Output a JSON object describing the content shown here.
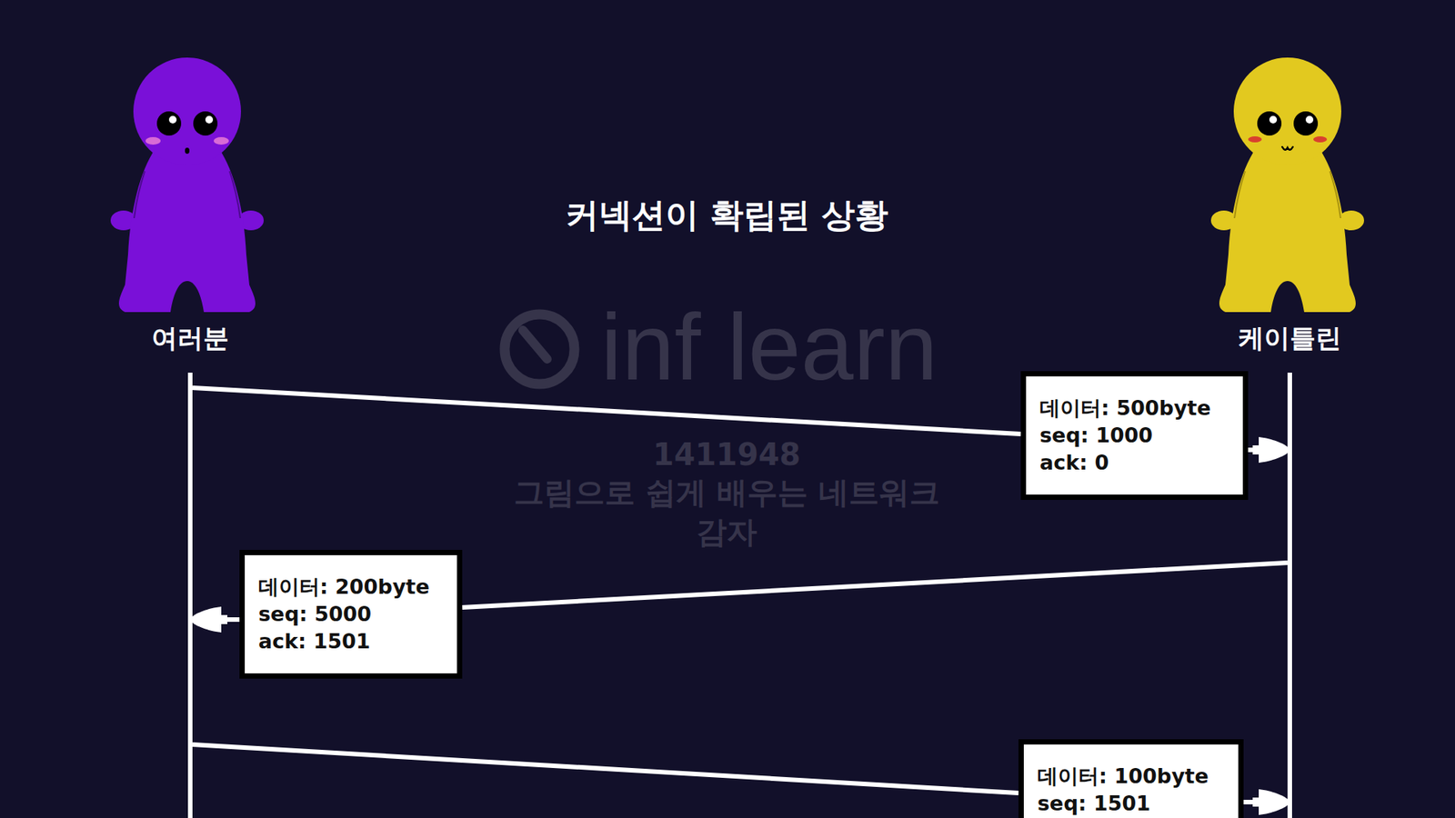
{
  "diagram": {
    "title": "커넥션이 확립된 상황",
    "nodes": [
      {
        "text": [
          "여러분"
        ]
      },
      {
        "text": [
          "케이틀린"
        ]
      },
      {
        "text": [
          "데이터: 500byte",
          "seq: 1000",
          "ack: 0"
        ]
      },
      {
        "text": [
          "데이터: 200byte",
          "seq: 5000",
          "ack: 1501"
        ]
      },
      {
        "text": [
          "데이터: 100byte",
          "seq: 1501"
        ]
      }
    ],
    "edges": [
      {
        "from": 0,
        "to": 2,
        "arrow": "none"
      },
      {
        "from": 2,
        "to": 1,
        "arrow": "to"
      },
      {
        "from": 1,
        "to": 3,
        "arrow": "none"
      },
      {
        "from": 3,
        "to": 0,
        "arrow": "to"
      },
      {
        "from": 0,
        "to": 4,
        "arrow": "none"
      },
      {
        "from": 4,
        "to": 1,
        "arrow": "to"
      }
    ],
    "labels": [
      "inf learn",
      "1411948",
      "그림으로 쉽게 배우는 네트워크",
      "감자"
    ]
  }
}
